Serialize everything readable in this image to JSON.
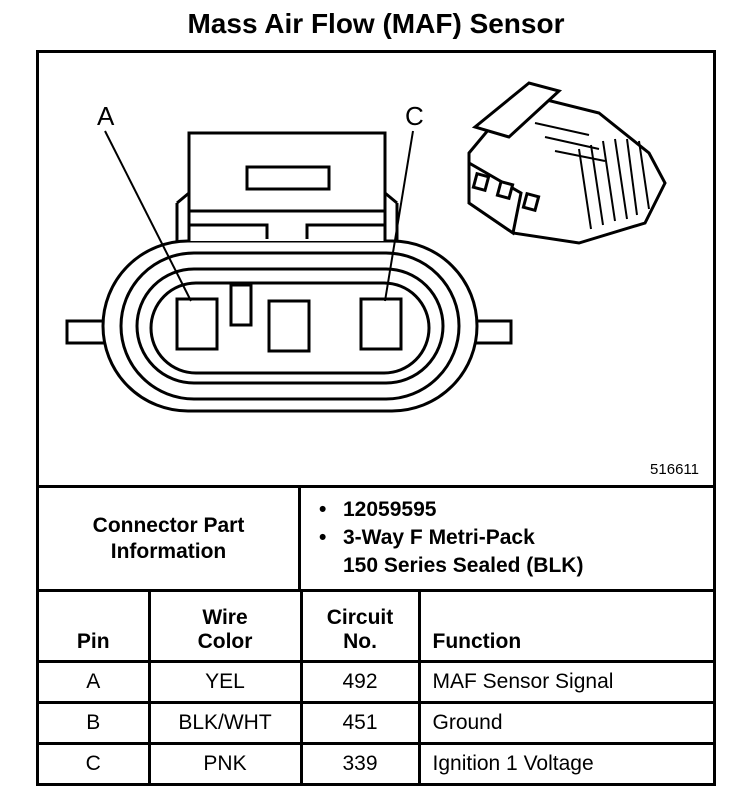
{
  "title": "Mass Air Flow (MAF) Sensor",
  "diagram": {
    "pin_labels": {
      "a": "A",
      "c": "C"
    },
    "figure_id": "516611"
  },
  "connector_info": {
    "label_line1": "Connector Part",
    "label_line2": "Information",
    "items": [
      "12059595",
      "3-Way F Metri-Pack",
      "150 Series Sealed (BLK)"
    ]
  },
  "pin_table": {
    "headers": {
      "pin": "Pin",
      "wire_color_line1": "Wire",
      "wire_color_line2": "Color",
      "circuit_line1": "Circuit",
      "circuit_line2": "No.",
      "function": "Function"
    },
    "rows": [
      {
        "pin": "A",
        "wire_color": "YEL",
        "circuit": "492",
        "function": "MAF Sensor Signal"
      },
      {
        "pin": "B",
        "wire_color": "BLK/WHT",
        "circuit": "451",
        "function": "Ground"
      },
      {
        "pin": "C",
        "wire_color": "PNK",
        "circuit": "339",
        "function": "Ignition 1 Voltage"
      }
    ]
  }
}
